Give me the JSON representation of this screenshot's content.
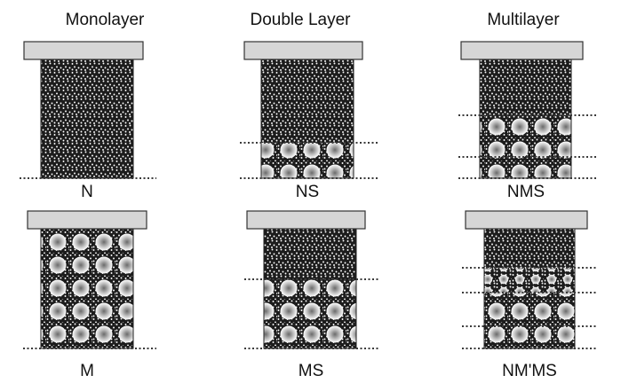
{
  "headings": [
    "Monolayer",
    "Double Layer",
    "Multilayer"
  ],
  "captions": [
    "N",
    "NS",
    "NMS",
    "M",
    "MS",
    "NM'MS"
  ],
  "colors": {
    "die": "#d6d6d6",
    "die_border": "#333333",
    "matrix": "#1c1c1c",
    "speck": "#ffffff",
    "bubble_light": "#ffffff",
    "bubble_dark": "#6a6a6a",
    "guide_line": "#3a3a3a"
  }
}
